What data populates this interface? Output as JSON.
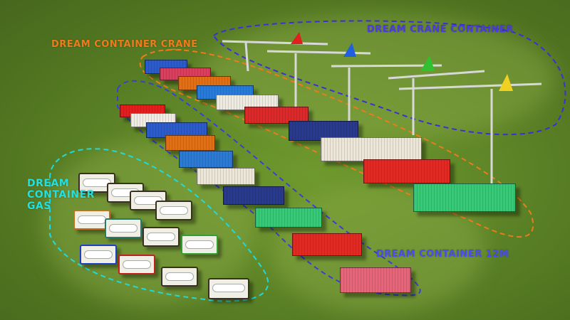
{
  "labels": {
    "container_crane": "DREAM CONTAINER CRANE",
    "crane_container": "DREAM CRANE CONTAINER",
    "container_gas": [
      "DREAM",
      "CONTAINER",
      "GAS"
    ],
    "container_12m": "DREAM CONTAINER 12M"
  },
  "colors": {
    "crane_label": "#f07a1a",
    "crane_container_label": "#4a3cdc",
    "gas_label": "#22e0e0",
    "container_12m_label": "#4a4cf0"
  }
}
